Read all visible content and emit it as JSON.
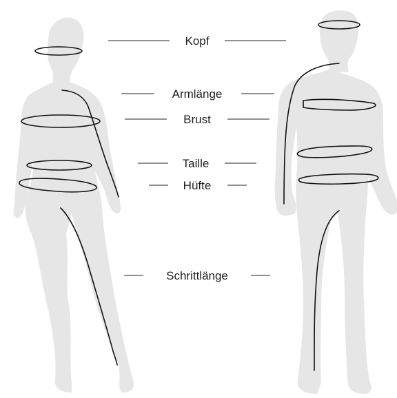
{
  "labels": {
    "head": "Kopf",
    "arm_length": "Armlänge",
    "chest": "Brust",
    "waist": "Taille",
    "hip": "Hüfte",
    "inseam": "Schrittlänge"
  }
}
